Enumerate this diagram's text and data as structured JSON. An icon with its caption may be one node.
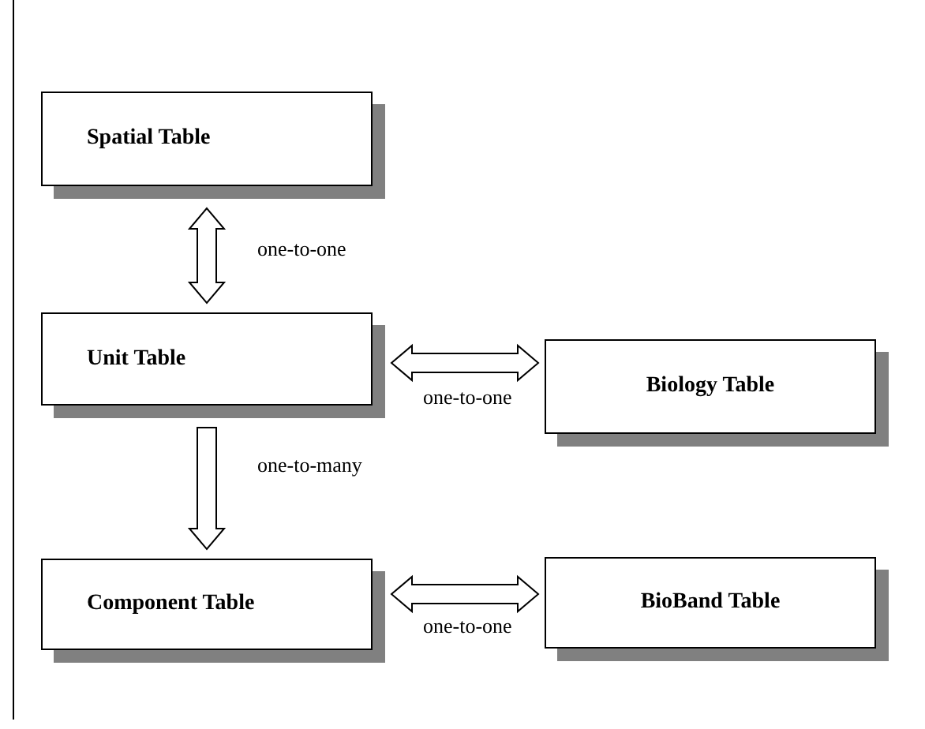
{
  "diagram": {
    "nodes": [
      {
        "text": [
          "Spatial Table"
        ]
      },
      {
        "text": [
          "Unit Table"
        ]
      },
      {
        "text": [
          "Biology Table"
        ]
      },
      {
        "text": [
          "Component Table"
        ]
      },
      {
        "text": [
          "BioBand Table"
        ]
      }
    ],
    "edges": [
      {
        "from": 0,
        "to": 1,
        "arrow": "both",
        "label": "one-to-one"
      },
      {
        "from": 1,
        "to": 2,
        "arrow": "both",
        "label": "one-to-one"
      },
      {
        "from": 1,
        "to": 3,
        "arrow": "to",
        "label": "one-to-many"
      },
      {
        "from": 3,
        "to": 4,
        "arrow": "both",
        "label": "one-to-one"
      }
    ]
  }
}
